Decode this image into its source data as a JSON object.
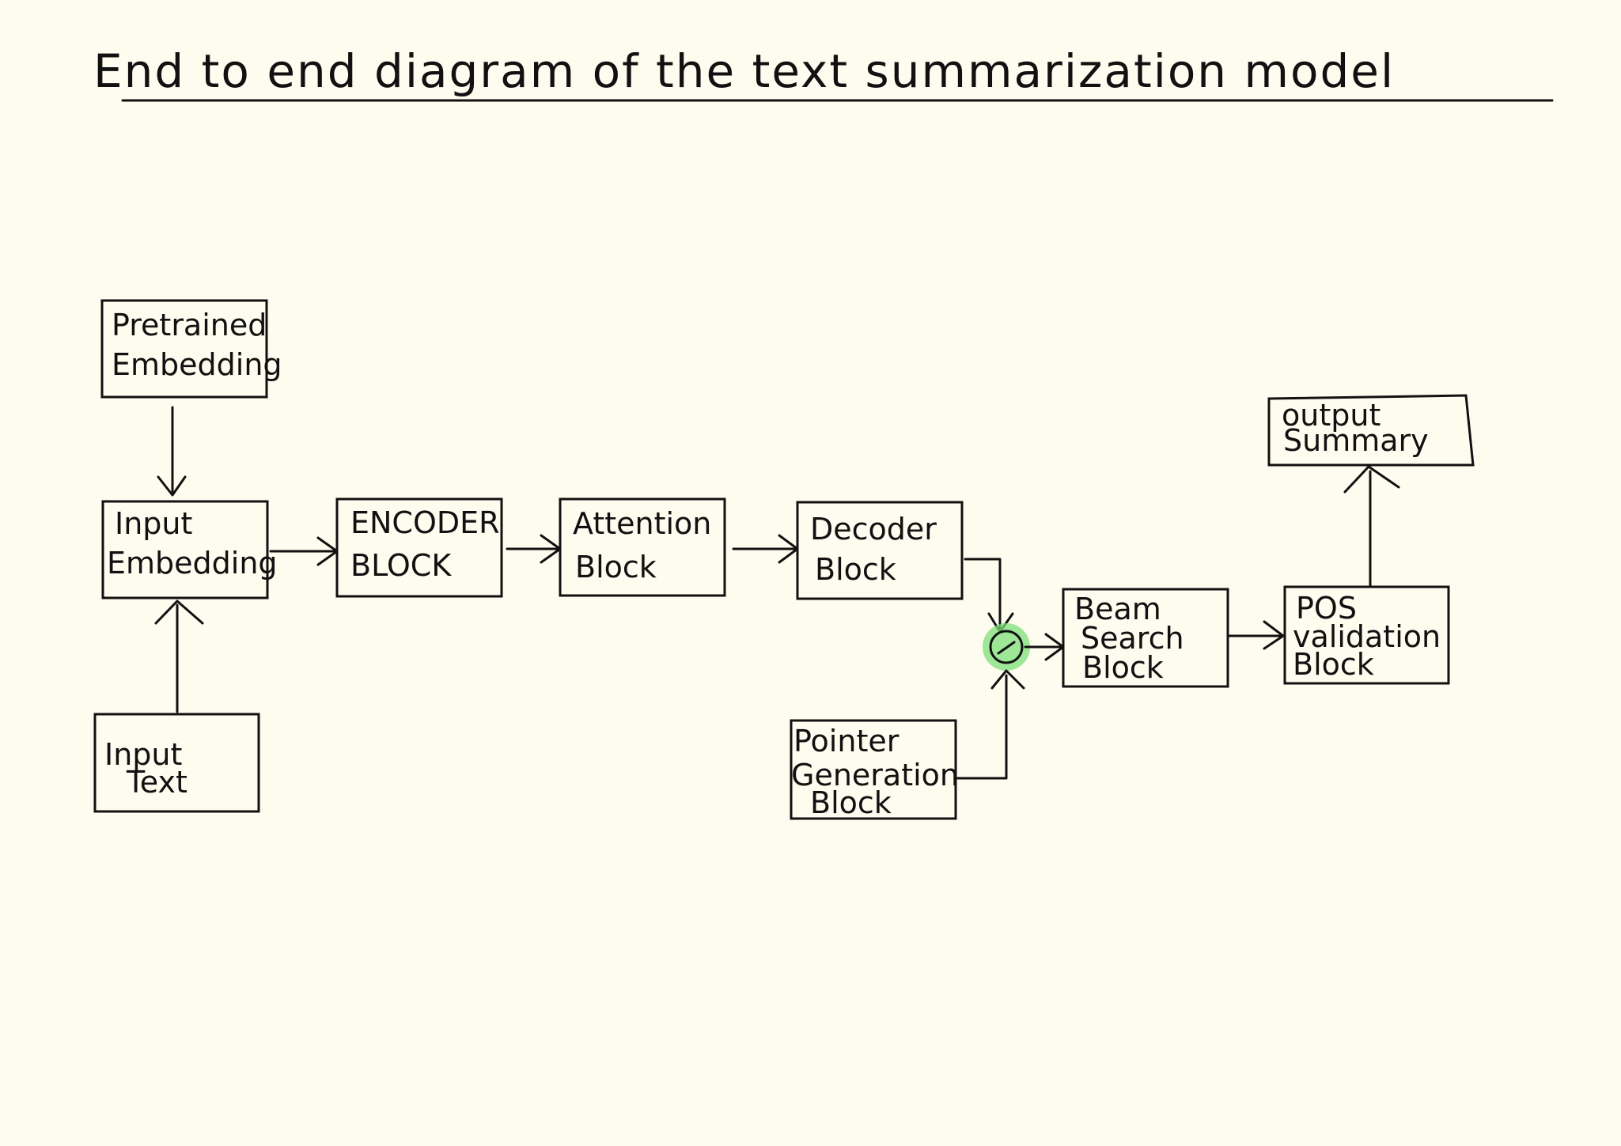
{
  "title": "End to end diagram of the text summarization model",
  "nodes": {
    "pretrained_embedding": [
      "Pretrained",
      "Embedding"
    ],
    "input_embedding": [
      "Input",
      "Embedding"
    ],
    "input_text": [
      "Input",
      "Text"
    ],
    "encoder_block": [
      "ENCODER",
      "BLOCK"
    ],
    "attention_block": [
      "Attention",
      "Block"
    ],
    "decoder_block": [
      "Decoder",
      "Block"
    ],
    "pointer_generation_block": [
      "Pointer",
      "Generation",
      "Block"
    ],
    "beam_search_block": [
      "Beam",
      "Search",
      "Block"
    ],
    "pos_validation_block": [
      "POS",
      "validation",
      "Block"
    ],
    "output_summary": [
      "output",
      "Summary"
    ]
  },
  "colors": {
    "background": "#fefcef",
    "ink": "#111111",
    "highlight": "#7ee07a"
  }
}
